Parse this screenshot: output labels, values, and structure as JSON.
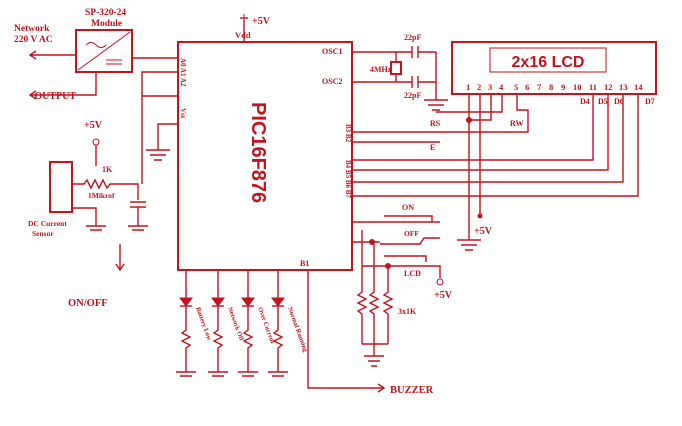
{
  "colors": {
    "ink": "#c0141e",
    "background": "#ffffff"
  },
  "power": {
    "network_line1": "Network",
    "network_line2": "220 V AC",
    "module_line1": "SP-320-24",
    "module_line2": "Module",
    "output": "OUTPUT",
    "vdd_supply": "+5V",
    "vdd": "Vdd"
  },
  "mcu": {
    "name": "PIC16F876",
    "pins": {
      "a0a1a2": "A0 A1 A2",
      "vss": "Vss",
      "osc1": "OSC1",
      "osc2": "OSC2",
      "b3b2": "B3 B2",
      "b4_b7": "B4 B5 B6 B7",
      "b1": "B1"
    }
  },
  "oscillator": {
    "crystal": "4MHz",
    "cap_top": "22pF",
    "cap_bottom": "22pF"
  },
  "lcd": {
    "title": "2x16 LCD",
    "pin_numbers": [
      "1",
      "2",
      "3",
      "4",
      "5",
      "6",
      "7",
      "8",
      "9",
      "10",
      "11",
      "12",
      "13",
      "14"
    ],
    "rs": "RS",
    "rw": "RW",
    "e": "E",
    "d4": "D4",
    "d5": "D5",
    "d6": "D6",
    "d7": "D7",
    "supply": "+5V"
  },
  "sensor": {
    "supply": "+5V",
    "resistor": "1K",
    "capacitor": "1Mikrof",
    "label_line1": "DC Current",
    "label_line2": "Sensor"
  },
  "controls": {
    "on_off": "ON/OFF",
    "on": "ON",
    "off": "OFF",
    "lcd_switch": "LCD",
    "supply": "+5V",
    "resistors": "3x1K",
    "buzzer": "BUZZER"
  },
  "leds": [
    "Battery Low",
    "Network Off",
    "Over Current",
    "Normal Running"
  ]
}
